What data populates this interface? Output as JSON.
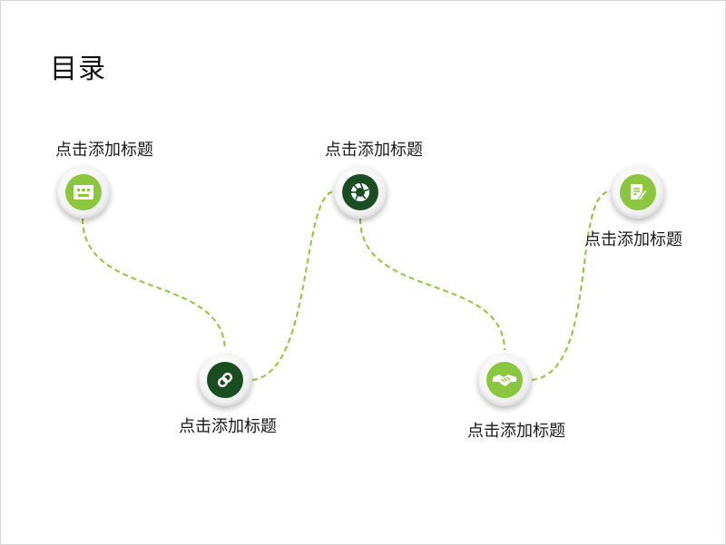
{
  "slide": {
    "title": "目录",
    "accent_light": "#8cc540",
    "accent_dark": "#1b4d23",
    "items": [
      {
        "label": "点击添加标题",
        "icon": "keyboard-icon",
        "color": "#8cc540"
      },
      {
        "label": "点击添加标题",
        "icon": "link-icon",
        "color": "#1b4d23"
      },
      {
        "label": "点击添加标题",
        "icon": "aperture-icon",
        "color": "#1b4d23"
      },
      {
        "label": "点击添加标题",
        "icon": "handshake-icon",
        "color": "#8cc540"
      },
      {
        "label": "点击添加标题",
        "icon": "document-edit-icon",
        "color": "#8cc540"
      }
    ]
  }
}
